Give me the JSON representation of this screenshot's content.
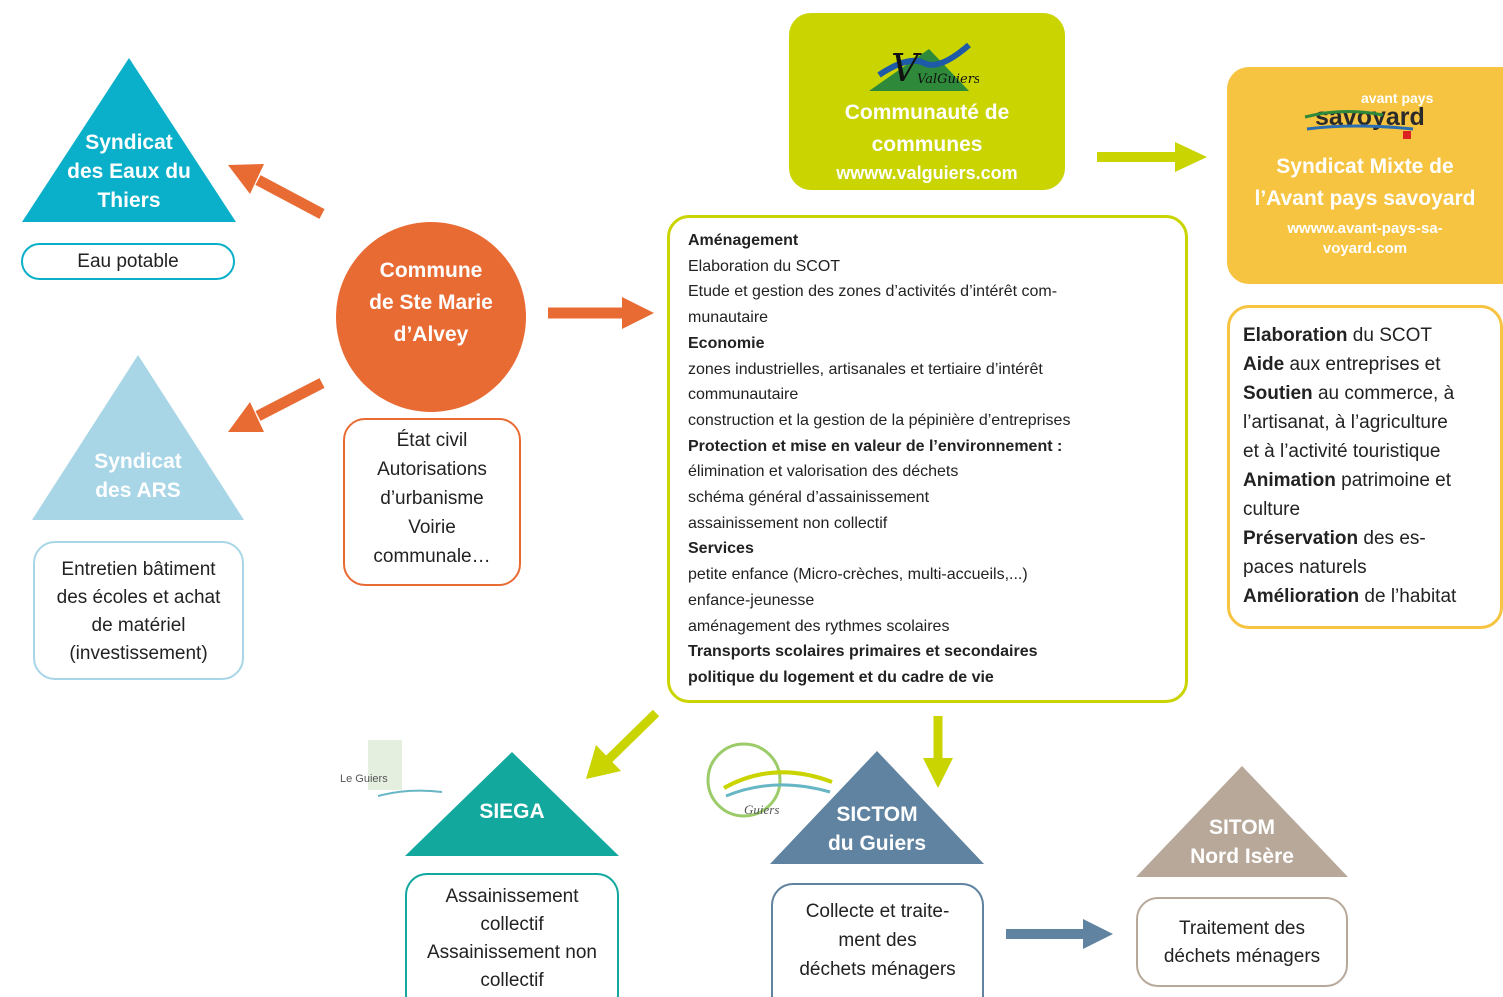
{
  "commune": {
    "title_lines": [
      "Commune",
      "de Ste Marie",
      "d’Alvey"
    ],
    "duties_lines": [
      "État civil",
      "Autorisations",
      "d’urbanisme",
      "Voirie",
      "communale…"
    ],
    "color": "#e96b34"
  },
  "syndicat_eaux": {
    "title_lines": [
      "Syndicat",
      "des Eaux du",
      "Thiers"
    ],
    "duty": "Eau potable",
    "color": "#0ab0c9"
  },
  "syndicat_ars": {
    "title_lines": [
      "Syndicat",
      "des ARS"
    ],
    "duties_lines": [
      "Entretien bâtiment",
      "des écoles et achat",
      "de matériel",
      "(investissement)"
    ],
    "color": "#a8d6e7"
  },
  "communaute": {
    "logo_text": "ValGuiers",
    "title_lines": [
      "Communauté de",
      "communes"
    ],
    "url": "wwww.valguiers.com",
    "color": "#c9d400"
  },
  "competences": [
    {
      "text": "Aménagement",
      "bold": true
    },
    {
      "text": "Elaboration du SCOT",
      "bold": false
    },
    {
      "text": "Etude et gestion des zones d’activités d’intérêt com-",
      "bold": false
    },
    {
      "text": "munautaire",
      "bold": false
    },
    {
      "text": "Economie",
      "bold": true
    },
    {
      "text": "zones industrielles, artisanales et tertiaire d’intérêt",
      "bold": false
    },
    {
      "text": "communautaire",
      "bold": false
    },
    {
      "text": "construction et la gestion de la pépinière d’entreprises",
      "bold": false
    },
    {
      "text": "Protection et mise en valeur de l’environnement :",
      "bold": true
    },
    {
      "text": "élimination et valorisation des déchets",
      "bold": false
    },
    {
      "text": "schéma général d’assainissement",
      "bold": false
    },
    {
      "text": "assainissement non collectif",
      "bold": false
    },
    {
      "text": "Services",
      "bold": true
    },
    {
      "text": "petite enfance (Micro-crèches, multi-accueils,...)",
      "bold": false
    },
    {
      "text": "enfance-jeunesse",
      "bold": false
    },
    {
      "text": "aménagement des rythmes scolaires",
      "bold": false
    },
    {
      "text": "Transports scolaires primaires et secondaires",
      "bold": true
    },
    {
      "text": "politique du logement et du cadre de vie",
      "bold": true
    }
  ],
  "avant_pays": {
    "logo_small": "avant pays",
    "logo_big": "savoyard",
    "title_lines": [
      "Syndicat Mixte de",
      "l’Avant pays savoyard"
    ],
    "url_lines": [
      "wwww.avant-pays-sa-",
      "voyard.com"
    ],
    "color": "#f6c441",
    "items": [
      {
        "bold": "Elaboration",
        "rest": " du SCOT"
      },
      {
        "bold": "Aide",
        "rest": " aux entreprises et"
      },
      {
        "bold": "Soutien",
        "rest": " au commerce, à"
      },
      {
        "bold": "",
        "rest": "l’artisanat, à l’agriculture"
      },
      {
        "bold": "",
        "rest": "et à l’activité touristique"
      },
      {
        "bold": "Animation",
        "rest": " patrimoine et"
      },
      {
        "bold": "",
        "rest": "culture"
      },
      {
        "bold": "Préservation",
        "rest": " des es-"
      },
      {
        "bold": "",
        "rest": "paces naturels"
      },
      {
        "bold": "Amélioration",
        "rest": " de l’habitat"
      }
    ]
  },
  "siega": {
    "logo_text": "Le Guiers",
    "title": "SIEGA",
    "duties_lines": [
      "Assainissement",
      "collectif",
      "Assainissement non",
      "collectif"
    ],
    "color": "#13a89e"
  },
  "sictom": {
    "logo_text": "Guiers",
    "title_lines": [
      "SICTOM",
      "du Guiers"
    ],
    "duties_lines": [
      "Collecte et traite-",
      "ment des",
      "déchets ménagers"
    ],
    "color": "#5f83a0"
  },
  "sitom": {
    "title_lines": [
      "SITOM",
      "Nord Isère"
    ],
    "duties_lines": [
      "Traitement des",
      "déchets ménagers"
    ],
    "color": "#b7a899"
  }
}
